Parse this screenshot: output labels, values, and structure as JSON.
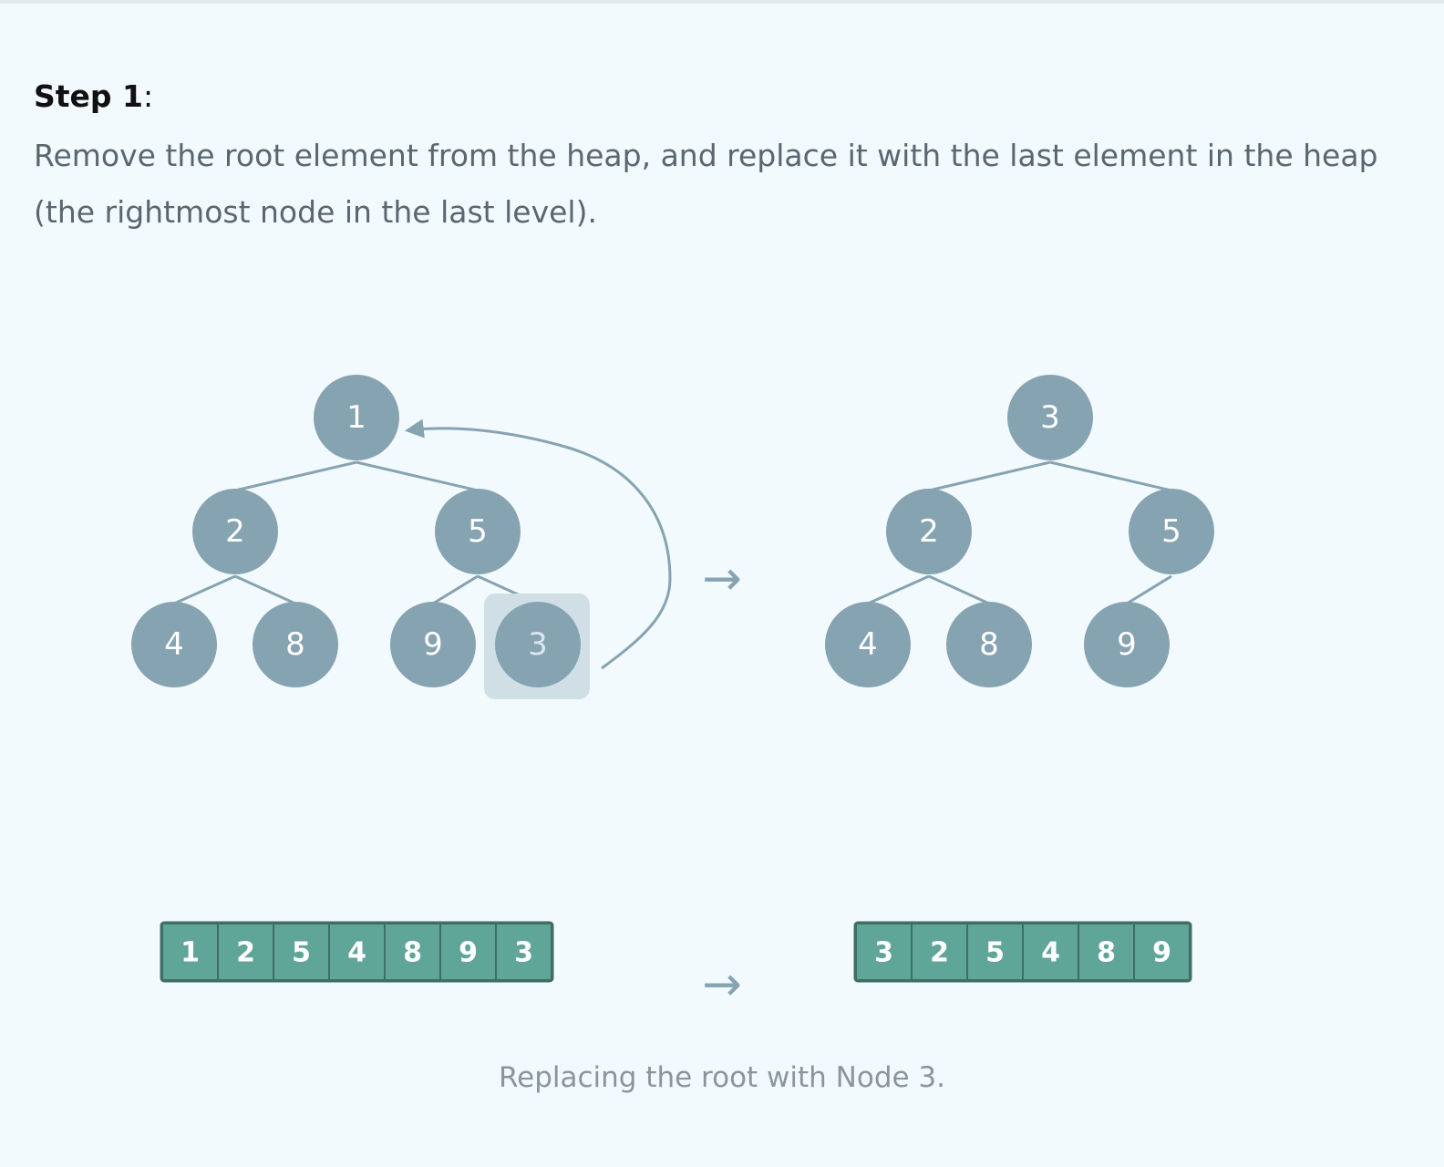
{
  "step": {
    "label": "Step 1",
    "suffix": ":",
    "description": "Remove the root element from the heap, and replace it with the last element in the heap (the rightmost node in the last level)."
  },
  "arrow_symbol": "→",
  "left_tree": {
    "nodes": [
      "1",
      "2",
      "5",
      "4",
      "8",
      "9",
      "3"
    ],
    "highlighted_node": "3"
  },
  "right_tree": {
    "nodes": [
      "3",
      "2",
      "5",
      "4",
      "8",
      "9"
    ]
  },
  "left_array": [
    "1",
    "2",
    "5",
    "4",
    "8",
    "9",
    "3"
  ],
  "right_array": [
    "3",
    "2",
    "5",
    "4",
    "8",
    "9"
  ],
  "caption": "Replacing the root with Node 3.",
  "colors": {
    "node": "#86a3b2",
    "array_cell": "#5fa598",
    "array_border": "#3f6e65",
    "highlight": "#d0dfe6"
  }
}
